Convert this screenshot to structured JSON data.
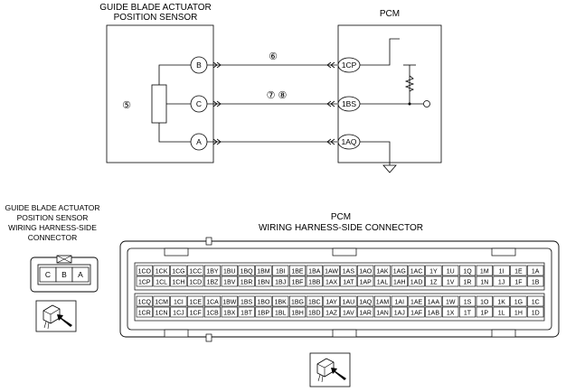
{
  "top_diagram": {
    "sensor_title_line1": "GUIDE BLADE ACTUATOR",
    "sensor_title_line2": "POSITION SENSOR",
    "pcm_title": "PCM",
    "sensor_terminals": [
      "B",
      "C",
      "A"
    ],
    "pcm_terminals": [
      "1CP",
      "1BS",
      "1AQ"
    ],
    "component_ref": "⑤",
    "wire_refs": [
      "⑥",
      "⑦ ⑧"
    ]
  },
  "sensor_connector": {
    "title_lines": [
      "GUIDE BLADE ACTUATOR",
      "POSITION SENSOR",
      "WIRING HARNESS-SIDE",
      "CONNECTOR"
    ],
    "pins": [
      "C",
      "B",
      "A"
    ]
  },
  "pcm_connector": {
    "title_line1": "PCM",
    "title_line2": "WIRING HARNESS-SIDE CONNECTOR",
    "upper_block": {
      "row1": [
        "1CO",
        "1CK",
        "1CG",
        "1CC",
        "1BY",
        "1BU",
        "1BQ",
        "1BM",
        "1BI",
        "1BE",
        "1BA",
        "1AW",
        "1AS",
        "1AO",
        "1AK",
        "1AG",
        "1AC",
        "1Y",
        "1U",
        "1Q",
        "1M",
        "1I",
        "1E",
        "1A"
      ],
      "row2": [
        "1CP",
        "1CL",
        "1CH",
        "1CD",
        "1BZ",
        "1BV",
        "1BR",
        "1BN",
        "1BJ",
        "1BF",
        "1BB",
        "1AX",
        "1AT",
        "1AP",
        "1AL",
        "1AH",
        "1AD",
        "1Z",
        "1V",
        "1R",
        "1N",
        "1J",
        "1F",
        "1B"
      ]
    },
    "lower_block": {
      "row1": [
        "1CQ",
        "1CM",
        "1CI",
        "1CE",
        "1CA",
        "1BW",
        "1BS",
        "1BO",
        "1BK",
        "1BG",
        "1BC",
        "1AY",
        "1AU",
        "1AQ",
        "1AM",
        "1AI",
        "1AE",
        "1AA",
        "1W",
        "1S",
        "1O",
        "1K",
        "1G",
        "1C"
      ],
      "row2": [
        "1CR",
        "1CN",
        "1CJ",
        "1CF",
        "1CB",
        "1BX",
        "1BT",
        "1BP",
        "1BL",
        "1BH",
        "1BD",
        "1AZ",
        "1AV",
        "1AR",
        "1AN",
        "1AJ",
        "1AF",
        "1AB",
        "1X",
        "1T",
        "1P",
        "1L",
        "1H",
        "1D"
      ]
    }
  }
}
